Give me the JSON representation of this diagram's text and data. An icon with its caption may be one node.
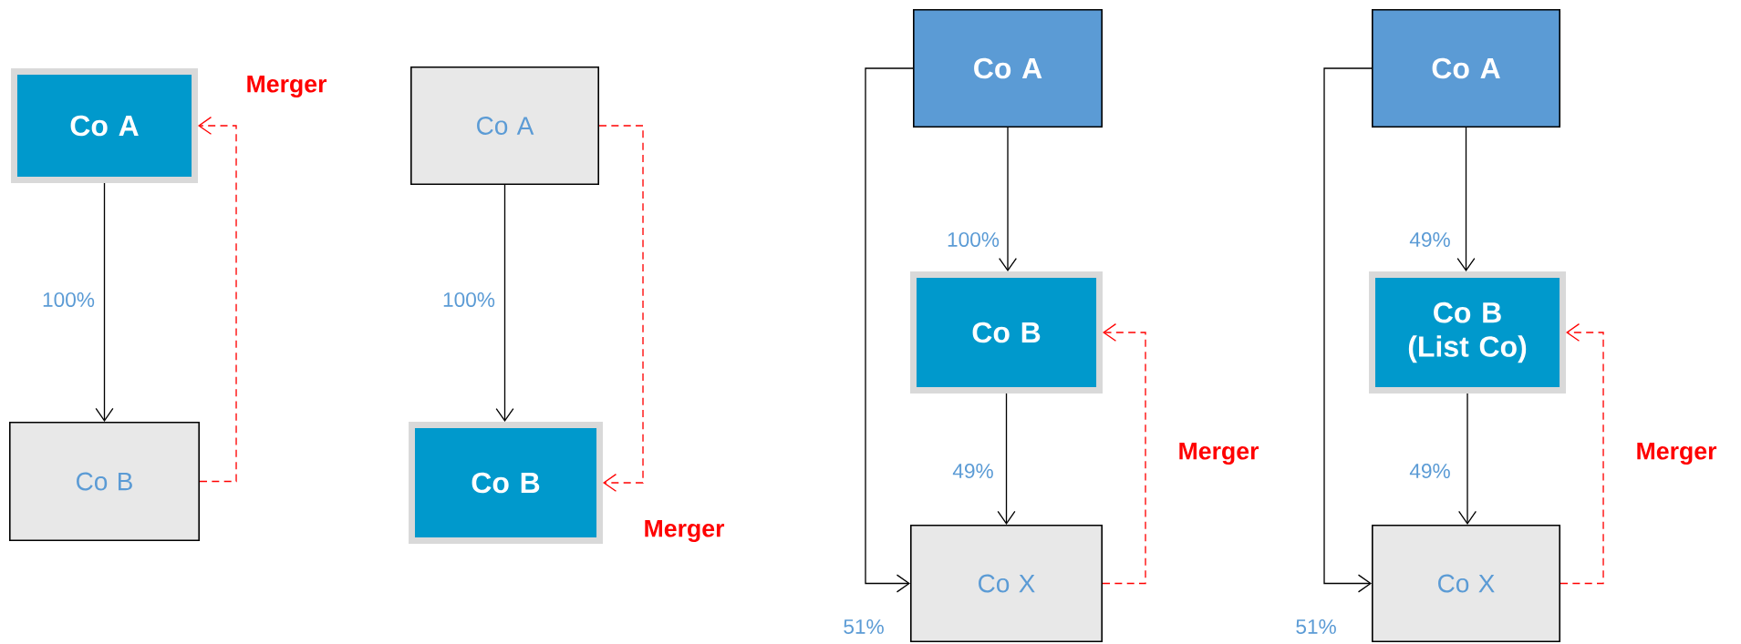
{
  "diagram": {
    "nodes": [
      {
        "text": [
          "Co A"
        ]
      },
      {
        "text": [
          "Co B"
        ]
      },
      {
        "text": [
          "Co A"
        ]
      },
      {
        "text": [
          "Co B"
        ]
      },
      {
        "text": [
          "Co A"
        ]
      },
      {
        "text": [
          "Co B"
        ]
      },
      {
        "text": [
          "Co X"
        ]
      },
      {
        "text": [
          "Co A"
        ]
      },
      {
        "text": [
          "Co B (List Co)"
        ]
      },
      {
        "text": [
          "Co X"
        ]
      }
    ],
    "edges": [
      {
        "from": 0,
        "to": 1,
        "arrow": "to",
        "label": "100%"
      },
      {
        "from": 1,
        "to": 0,
        "arrow": "to",
        "label": "Merger",
        "style": "dashed",
        "color": "#ff0000"
      },
      {
        "from": 2,
        "to": 3,
        "arrow": "to",
        "label": "100%"
      },
      {
        "from": 2,
        "to": 3,
        "arrow": "to",
        "label": "Merger",
        "style": "dashed",
        "color": "#ff0000"
      },
      {
        "from": 4,
        "to": 5,
        "arrow": "to",
        "label": "100%"
      },
      {
        "from": 5,
        "to": 6,
        "arrow": "to",
        "label": "49%"
      },
      {
        "from": 4,
        "to": 6,
        "arrow": "to",
        "label": "51%"
      },
      {
        "from": 6,
        "to": 5,
        "arrow": "to",
        "label": "Merger",
        "style": "dashed",
        "color": "#ff0000"
      },
      {
        "from": 7,
        "to": 8,
        "arrow": "to",
        "label": "49%"
      },
      {
        "from": 8,
        "to": 9,
        "arrow": "to",
        "label": "49%"
      },
      {
        "from": 7,
        "to": 9,
        "arrow": "to",
        "label": "51%"
      },
      {
        "from": 9,
        "to": 8,
        "arrow": "to",
        "label": "Merger",
        "style": "dashed",
        "color": "#ff0000"
      }
    ]
  }
}
